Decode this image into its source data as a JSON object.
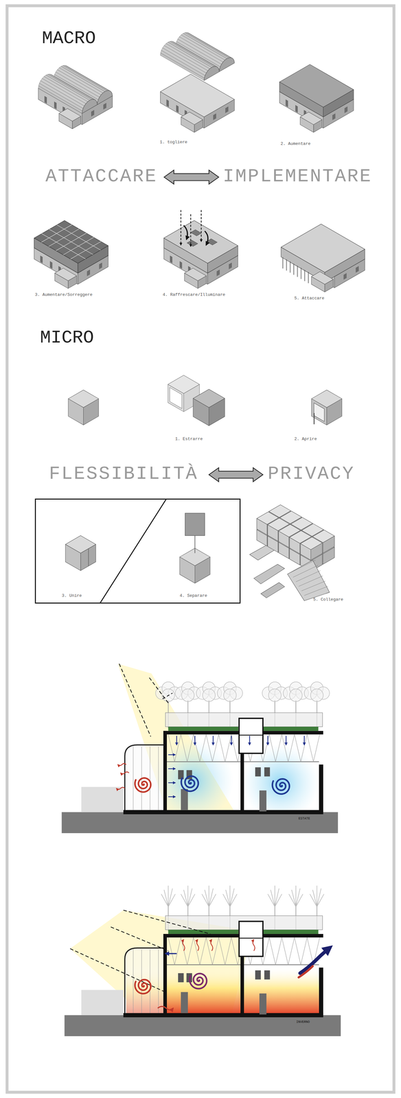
{
  "diagram": {
    "nodes": [
      {
        "text": [
          "3. Unire",
          "4. Separare"
        ]
      }
    ],
    "labels": [
      "MACRO",
      "1. togliere",
      "2. Aumentare",
      "ATTACCARE",
      "IMPLEMENTARE",
      "3. Aumentare/Sorreggere",
      "4. Raffrescare/Illuminare",
      "5. Attaccare",
      "MICRO",
      "1. Estrarre",
      "2. Aprire",
      "FLESSIBILITÀ",
      "PRIVACY",
      "5. Collegare",
      "ESTATE",
      "INVERNO"
    ]
  }
}
